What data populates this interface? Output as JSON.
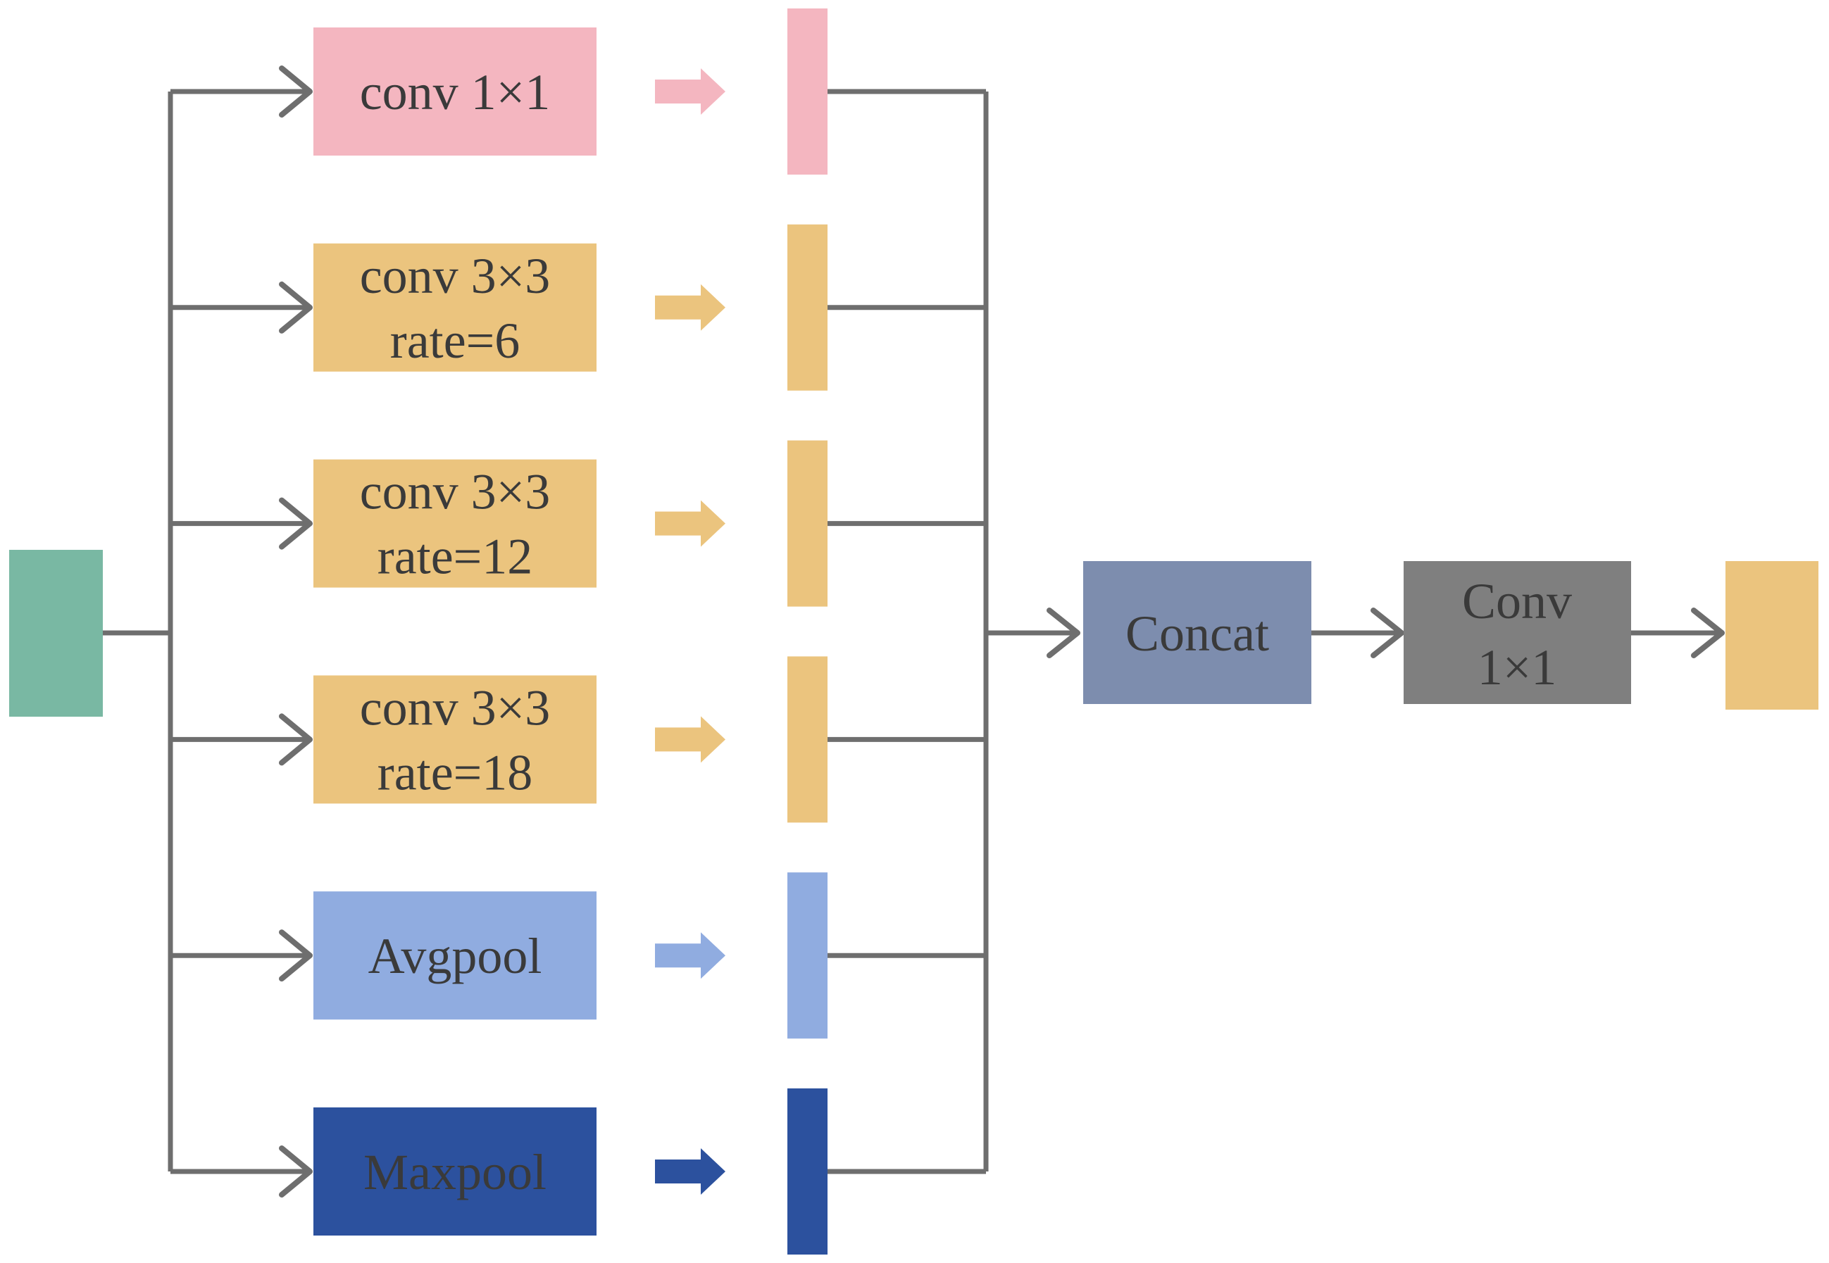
{
  "colors": {
    "input": "#79B8A3",
    "pink": "#F4B6C0",
    "orange": "#EBC47E",
    "light_blue": "#90ACE0",
    "dark_blue": "#2C519E",
    "concat": "#7D8DAE",
    "conv_gray": "#7F7F7F",
    "connector": "#6E6E6E",
    "text": "#3A3A3A"
  },
  "branches": [
    {
      "line1": "conv 1×1",
      "line2": "",
      "color": "#F4B6C0",
      "feature_color": "#F4B6C0"
    },
    {
      "line1": "conv 3×3",
      "line2": "rate=6",
      "color": "#EBC47E",
      "feature_color": "#EBC47E"
    },
    {
      "line1": "conv 3×3",
      "line2": "rate=12",
      "color": "#EBC47E",
      "feature_color": "#EBC47E"
    },
    {
      "line1": "conv 3×3",
      "line2": "rate=18",
      "color": "#EBC47E",
      "feature_color": "#EBC47E"
    },
    {
      "line1": "Avgpool",
      "line2": "",
      "color": "#90ACE0",
      "feature_color": "#90ACE0"
    },
    {
      "line1": "Maxpool",
      "line2": "",
      "color": "#2C519E",
      "feature_color": "#2C519E"
    }
  ],
  "concat": {
    "label": "Concat"
  },
  "conv_out": {
    "line1": "Conv",
    "line2": "1×1"
  }
}
